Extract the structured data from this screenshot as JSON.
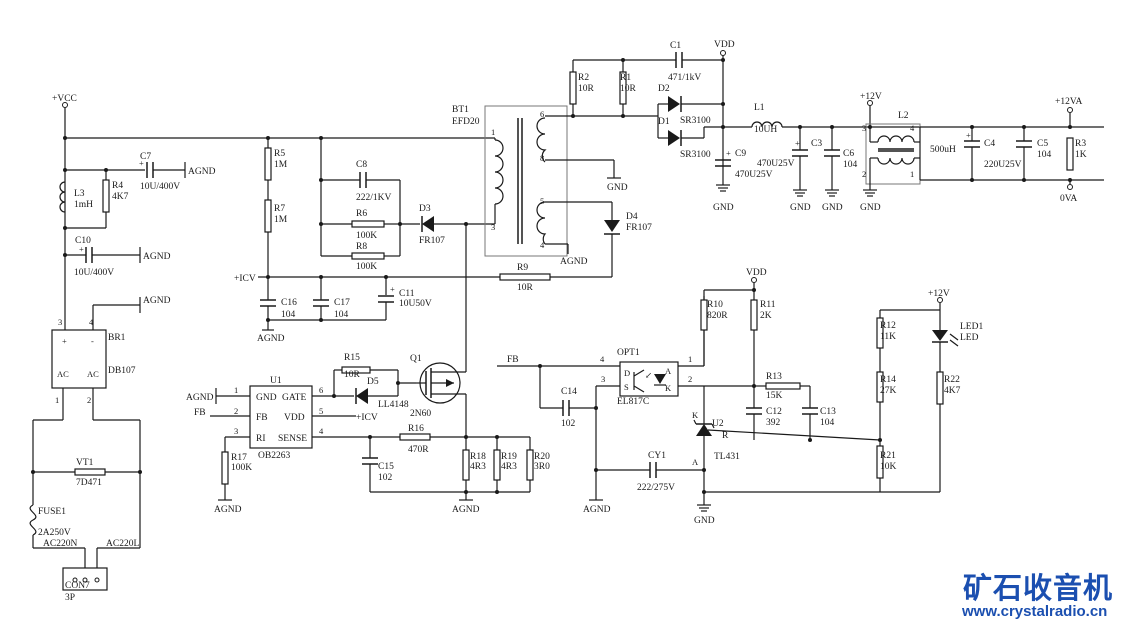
{
  "labels": {
    "vcc": "+VCC",
    "c7": "C7",
    "c7_val": "10U/400V",
    "agnd": "AGND",
    "r4": "R4",
    "r4_val": "4K7",
    "l3": "L3",
    "l3_val": "1mH",
    "c10": "C10",
    "c10_val": "10U/400V",
    "br1": "BR1",
    "br1_part": "DB107",
    "vt1": "VT1",
    "vt1_val": "7D471",
    "fuse1": "FUSE1",
    "fuse1_val": "2A250V",
    "ac220n": "AC220N",
    "ac220l": "AC220L",
    "con7": "CON7",
    "con7_val": "3P",
    "r5": "R5",
    "r5_val": "1M",
    "r7": "R7",
    "r7_val": "1M",
    "c8": "C8",
    "c8_val": "222/1KV",
    "r6": "R6",
    "r6_val": "100K",
    "r8": "R8",
    "r8_val": "100K",
    "d3": "D3",
    "d3_part": "FR107",
    "icv": "+ICV",
    "c16": "C16",
    "c16_val": "104",
    "c17": "C17",
    "c17_val": "104",
    "c11": "C11",
    "c11_val": "10U50V",
    "r9": "R9",
    "r9_val": "10R",
    "bt1": "BT1",
    "bt1_part": "EFD20",
    "d4": "D4",
    "d4_part": "FR107",
    "gnd": "GND",
    "r2": "R2",
    "r2_val": "10R",
    "r1": "R1",
    "r1_val": "10R",
    "c1": "C1",
    "c1_val": "471/1kV",
    "vdd": "VDD",
    "d2": "D2",
    "d1": "D1",
    "d_part": "SR3100",
    "l1": "L1",
    "l1_val": "10UH",
    "c9": "C9",
    "c9_val": "470U25V",
    "c3": "C3",
    "c3_val": "470U25V",
    "c6": "C6",
    "c6_val": "104",
    "p12v": "+12V",
    "l2": "L2",
    "l2_val": "500uH",
    "c4": "C4",
    "c4_val": "220U25V",
    "c5": "C5",
    "c5_val": "104",
    "p12va": "+12VA",
    "r3": "R3",
    "r3_val": "1K",
    "zero_va": "0VA",
    "u1": "U1",
    "u1_part": "OB2263",
    "u1_gnd": "GND",
    "u1_gate": "GATE",
    "u1_fb": "FB",
    "u1_vdd": "VDD",
    "u1_ri": "RI",
    "u1_sense": "SENSE",
    "fb": "FB",
    "r15": "R15",
    "r15_val": "10R",
    "d5": "D5",
    "d5_part": "LL4148",
    "q1": "Q1",
    "q1_part": "2N60",
    "r16": "R16",
    "r16_val": "470R",
    "c15": "C15",
    "c15_val": "102",
    "r17": "R17",
    "r17_val": "100K",
    "r18": "R18",
    "r18_val": "4R3",
    "r19": "R19",
    "r19_val": "4R3",
    "r20": "R20",
    "r20_val": "3R0",
    "opt1": "OPT1",
    "opt1_part": "EL817C",
    "c14": "C14",
    "c14_val": "102",
    "r10": "R10",
    "r10_val": "820R",
    "r11": "R11",
    "r11_val": "2K",
    "r13": "R13",
    "r13_val": "15K",
    "c12": "C12",
    "c12_val": "392",
    "c13": "C13",
    "c13_val": "104",
    "u2": "U2",
    "u2_part": "TL431",
    "cy1": "CY1",
    "cy1_val": "222/275V",
    "r12": "R12",
    "r12_val": "11K",
    "r14": "R14",
    "r14_val": "27K",
    "r21": "R21",
    "r21_val": "10K",
    "led1": "LED1",
    "led1_val": "LED",
    "r22": "R22",
    "r22_val": "4K7",
    "pin_k": "K",
    "pin_r": "R",
    "pin_a": "A",
    "pin_d": "D",
    "pin_s": "S",
    "pin_ac": "AC",
    "pin_plus": "+",
    "pin_minus": "-",
    "n1": "1",
    "n2": "2",
    "n3": "3",
    "n4": "4",
    "n5": "5",
    "n6": "6",
    "n8": "8"
  },
  "watermark": {
    "brand": "矿石收音机",
    "url": "www.crystalradio.cn",
    "color": "#1b4fb0"
  }
}
